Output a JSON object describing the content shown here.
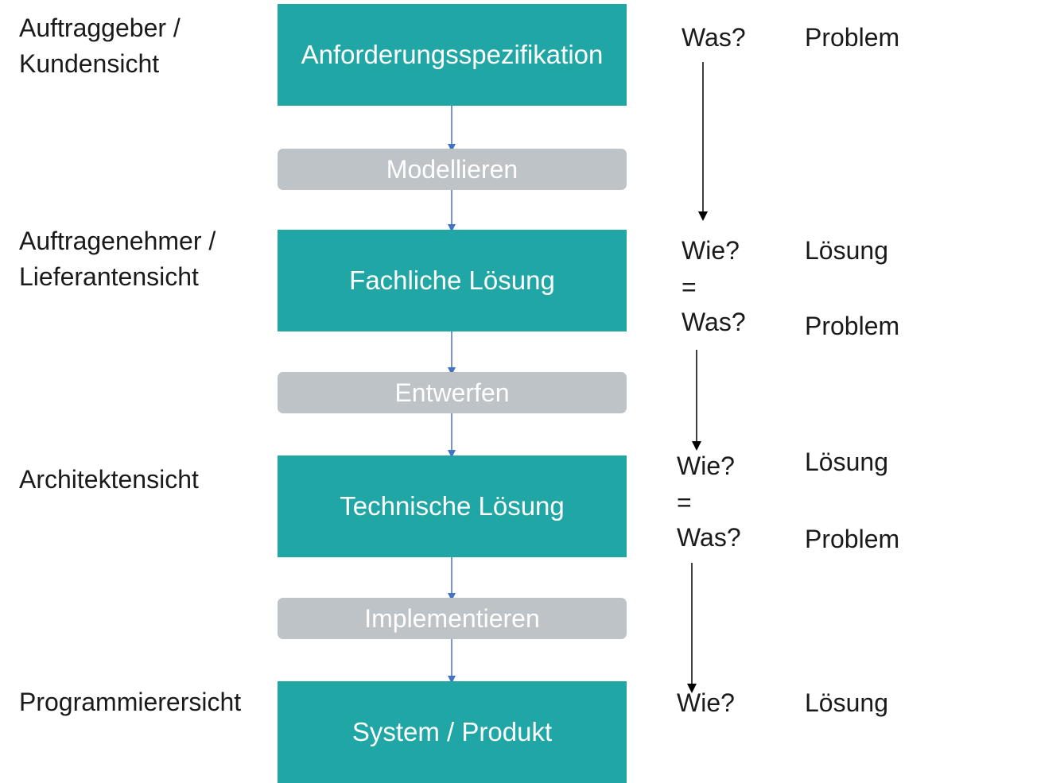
{
  "views": [
    "Auftraggeber /\nKundensicht",
    "Auftragenehmer /\nLieferantensicht",
    "Architektensicht",
    "Programmierersicht"
  ],
  "stages": [
    "Anforderungsspezifikation",
    "Fachliche Lösung",
    "Technische Lösung",
    "System / Produkt"
  ],
  "processes": [
    "Modellieren",
    "Entwerfen",
    "Implementieren"
  ],
  "questions": {
    "q1_was": "Was?",
    "q2_wie": "Wie?",
    "q2_eq": "=",
    "q2_was": "Was?",
    "q3_wie": "Wie?",
    "q3_eq": "=",
    "q3_was": "Was?",
    "q4_wie": "Wie?"
  },
  "terms": {
    "t1_problem": "Problem",
    "t2_loesung": "Lösung",
    "t2_problem": "Problem",
    "t3_loesung": "Lösung",
    "t3_problem": "Problem",
    "t4_loesung": "Lösung"
  },
  "colors": {
    "stage_box": "#20a6a4",
    "process_box": "#bec3c7",
    "flow_arrow": "#4472c4",
    "question_arrow": "#000000",
    "text": "#1a1a1a"
  }
}
